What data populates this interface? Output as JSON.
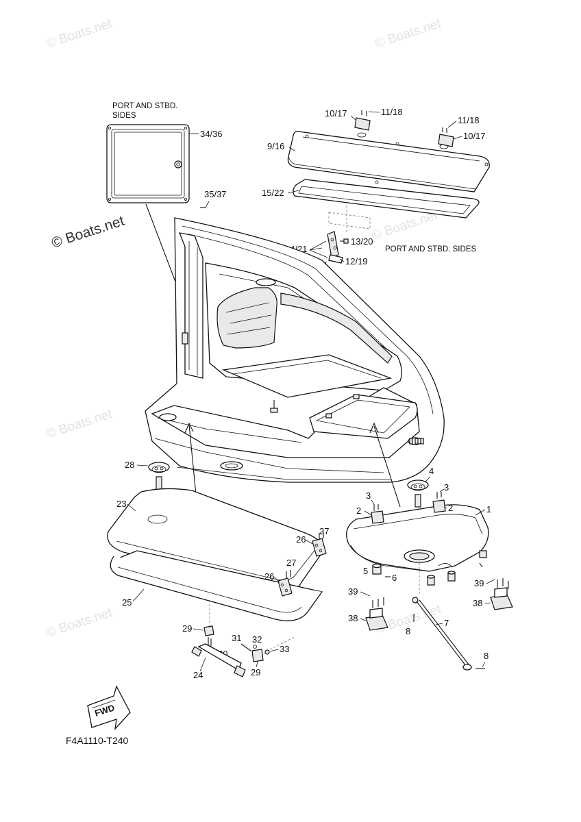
{
  "watermarks": {
    "small": "© Boats.net",
    "large": "© Boats.net"
  },
  "notes": {
    "door_sides_line1": "PORT AND STBD.",
    "door_sides_line2": "SIDES",
    "hinge_sides": "PORT AND STBD. SIDES"
  },
  "fwd_label": "FWD",
  "diagram_code": "F4A1110-T240",
  "callouts": {
    "c1": "1",
    "c2a": "2",
    "c2b": "2",
    "c3a": "3",
    "c3b": "3",
    "c4": "4",
    "c5": "5",
    "c6": "6",
    "c7": "7",
    "c8a": "8",
    "c8b": "8",
    "c9_16": "9/16",
    "c10_17a": "10/17",
    "c10_17b": "10/17",
    "c11_18a": "11/18",
    "c11_18b": "11/18",
    "c12_19": "12/19",
    "c13_20": "13/20",
    "c14_21": "14/21",
    "c15_22": "15/22",
    "c23": "23",
    "c24": "24",
    "c25": "25",
    "c26a": "26",
    "c26b": "26",
    "c27a": "27",
    "c27b": "27",
    "c28": "28",
    "c29a": "29",
    "c29b": "29",
    "c30": "30",
    "c31": "31",
    "c32": "32",
    "c33": "33",
    "c34_36": "34/36",
    "c35_37": "35/37",
    "c38a": "38",
    "c38b": "38",
    "c39a": "39",
    "c39b": "39"
  }
}
